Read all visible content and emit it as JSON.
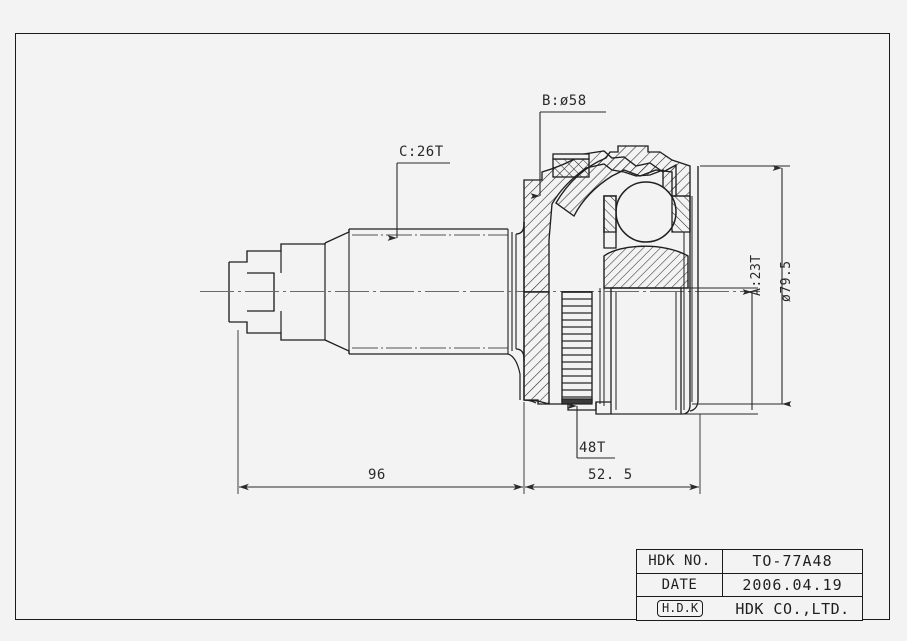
{
  "drawing": {
    "type": "cv-joint-cross-section",
    "background_color": "#f3f3f3",
    "line_color": "#1a1a1a"
  },
  "annotations": {
    "spline_c": "C:26T",
    "diameter_b": "B:ø58",
    "spline_a": "A:23T",
    "outer_diameter": "ø79.5",
    "tone_ring": "48T",
    "length_shaft": "96",
    "length_joint": "52. 5"
  },
  "title_block": {
    "rows": [
      {
        "label": "HDK NO.",
        "value": "TO-77A48"
      },
      {
        "label": "DATE",
        "value": "2006.04.19"
      }
    ],
    "logo": "H.D.K",
    "company": "HDK CO.,LTD."
  }
}
